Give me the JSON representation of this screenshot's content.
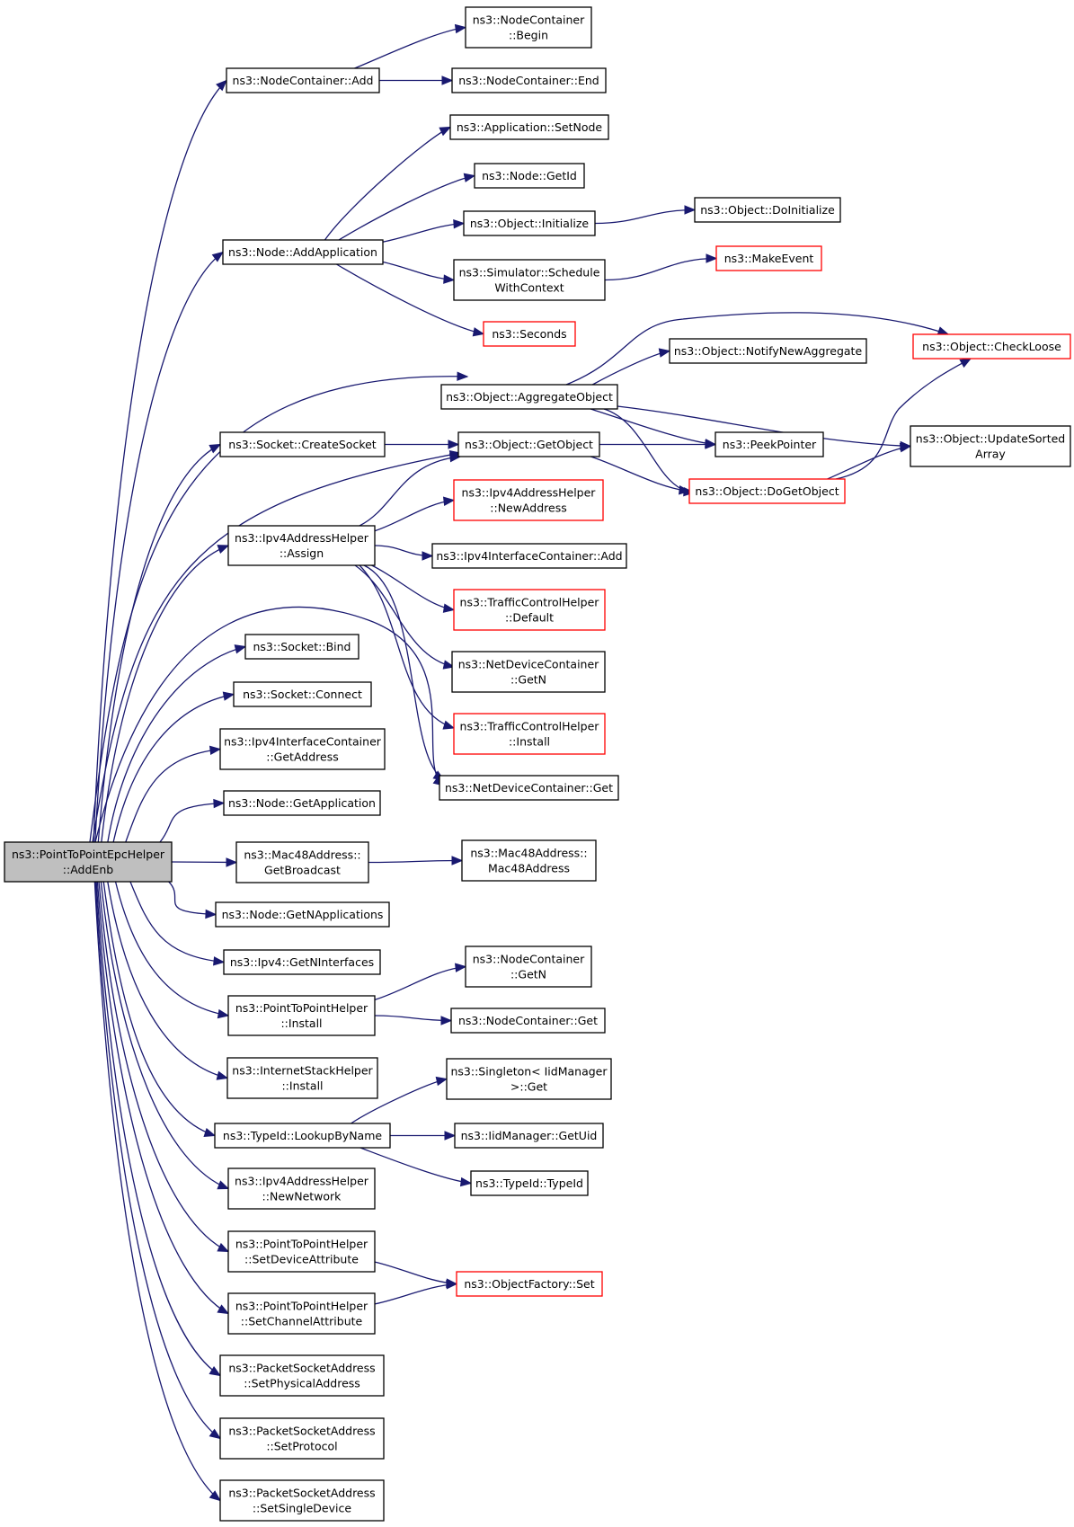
{
  "colors": {
    "edge": "#191970",
    "border_normal": "#000000",
    "border_truncated": "#ff0000",
    "root_fill": "#bfbfbf",
    "fill": "#ffffff"
  },
  "nodes": [
    {
      "id": "root",
      "lines": [
        "ns3::PointToPointEpcHelper",
        "::AddEnb"
      ],
      "kind": "root"
    },
    {
      "id": "nc_add",
      "lines": [
        "ns3::NodeContainer::Add"
      ],
      "kind": "normal"
    },
    {
      "id": "nc_begin",
      "lines": [
        "ns3::NodeContainer",
        "::Begin"
      ],
      "kind": "normal"
    },
    {
      "id": "nc_end",
      "lines": [
        "ns3::NodeContainer::End"
      ],
      "kind": "normal"
    },
    {
      "id": "app_setnode",
      "lines": [
        "ns3::Application::SetNode"
      ],
      "kind": "normal"
    },
    {
      "id": "node_getid",
      "lines": [
        "ns3::Node::GetId"
      ],
      "kind": "normal"
    },
    {
      "id": "obj_init",
      "lines": [
        "ns3::Object::Initialize"
      ],
      "kind": "normal"
    },
    {
      "id": "obj_doinit",
      "lines": [
        "ns3::Object::DoInitialize"
      ],
      "kind": "normal"
    },
    {
      "id": "node_addapp",
      "lines": [
        "ns3::Node::AddApplication"
      ],
      "kind": "normal"
    },
    {
      "id": "sim_sched",
      "lines": [
        "ns3::Simulator::Schedule",
        "WithContext"
      ],
      "kind": "normal"
    },
    {
      "id": "makeevent",
      "lines": [
        "ns3::MakeEvent"
      ],
      "kind": "truncated"
    },
    {
      "id": "seconds",
      "lines": [
        "ns3::Seconds"
      ],
      "kind": "truncated"
    },
    {
      "id": "obj_checkloose",
      "lines": [
        "ns3::Object::CheckLoose"
      ],
      "kind": "truncated"
    },
    {
      "id": "obj_notify",
      "lines": [
        "ns3::Object::NotifyNewAggregate"
      ],
      "kind": "normal"
    },
    {
      "id": "obj_aggregate",
      "lines": [
        "ns3::Object::AggregateObject"
      ],
      "kind": "normal"
    },
    {
      "id": "obj_updatesorted",
      "lines": [
        "ns3::Object::UpdateSorted",
        "Array"
      ],
      "kind": "normal"
    },
    {
      "id": "sock_create",
      "lines": [
        "ns3::Socket::CreateSocket"
      ],
      "kind": "normal"
    },
    {
      "id": "obj_getobject",
      "lines": [
        "ns3::Object::GetObject"
      ],
      "kind": "normal"
    },
    {
      "id": "peekpointer",
      "lines": [
        "ns3::PeekPointer"
      ],
      "kind": "normal"
    },
    {
      "id": "obj_dogetobject",
      "lines": [
        "ns3::Object::DoGetObject"
      ],
      "kind": "truncated"
    },
    {
      "id": "ipv4ah_newaddr",
      "lines": [
        "ns3::Ipv4AddressHelper",
        "::NewAddress"
      ],
      "kind": "truncated"
    },
    {
      "id": "ipv4ah_assign",
      "lines": [
        "ns3::Ipv4AddressHelper",
        "::Assign"
      ],
      "kind": "normal"
    },
    {
      "id": "ipv4ic_add",
      "lines": [
        "ns3::Ipv4InterfaceContainer::Add"
      ],
      "kind": "normal"
    },
    {
      "id": "tch_default",
      "lines": [
        "ns3::TrafficControlHelper",
        "::Default"
      ],
      "kind": "truncated"
    },
    {
      "id": "ndc_getn",
      "lines": [
        "ns3::NetDeviceContainer",
        "::GetN"
      ],
      "kind": "normal"
    },
    {
      "id": "tch_install",
      "lines": [
        "ns3::TrafficControlHelper",
        "::Install"
      ],
      "kind": "truncated"
    },
    {
      "id": "ndc_get",
      "lines": [
        "ns3::NetDeviceContainer::Get"
      ],
      "kind": "normal"
    },
    {
      "id": "sock_bind",
      "lines": [
        "ns3::Socket::Bind"
      ],
      "kind": "normal"
    },
    {
      "id": "sock_connect",
      "lines": [
        "ns3::Socket::Connect"
      ],
      "kind": "normal"
    },
    {
      "id": "ipv4ic_getaddr",
      "lines": [
        "ns3::Ipv4InterfaceContainer",
        "::GetAddress"
      ],
      "kind": "normal"
    },
    {
      "id": "node_getapp",
      "lines": [
        "ns3::Node::GetApplication"
      ],
      "kind": "normal"
    },
    {
      "id": "mac48_getbc",
      "lines": [
        "ns3::Mac48Address::",
        "GetBroadcast"
      ],
      "kind": "normal"
    },
    {
      "id": "mac48_ctor",
      "lines": [
        "ns3::Mac48Address::",
        "Mac48Address"
      ],
      "kind": "normal"
    },
    {
      "id": "node_getnapps",
      "lines": [
        "ns3::Node::GetNApplications"
      ],
      "kind": "normal"
    },
    {
      "id": "ipv4_getnif",
      "lines": [
        "ns3::Ipv4::GetNInterfaces"
      ],
      "kind": "normal"
    },
    {
      "id": "nc_getn",
      "lines": [
        "ns3::NodeContainer",
        "::GetN"
      ],
      "kind": "normal"
    },
    {
      "id": "p2ph_install",
      "lines": [
        "ns3::PointToPointHelper",
        "::Install"
      ],
      "kind": "normal"
    },
    {
      "id": "nc_get",
      "lines": [
        "ns3::NodeContainer::Get"
      ],
      "kind": "normal"
    },
    {
      "id": "ish_install",
      "lines": [
        "ns3::InternetStackHelper",
        "::Install"
      ],
      "kind": "normal"
    },
    {
      "id": "singleton_get",
      "lines": [
        "ns3::Singleton< IidManager",
        ">::Get"
      ],
      "kind": "normal"
    },
    {
      "id": "typeid_lookup",
      "lines": [
        "ns3::TypeId::LookupByName"
      ],
      "kind": "normal"
    },
    {
      "id": "iidmgr_getuid",
      "lines": [
        "ns3::IidManager::GetUid"
      ],
      "kind": "normal"
    },
    {
      "id": "typeid_ctor",
      "lines": [
        "ns3::TypeId::TypeId"
      ],
      "kind": "normal"
    },
    {
      "id": "ipv4ah_newnet",
      "lines": [
        "ns3::Ipv4AddressHelper",
        "::NewNetwork"
      ],
      "kind": "normal"
    },
    {
      "id": "p2ph_setdev",
      "lines": [
        "ns3::PointToPointHelper",
        "::SetDeviceAttribute"
      ],
      "kind": "normal"
    },
    {
      "id": "objfactory_set",
      "lines": [
        "ns3::ObjectFactory::Set"
      ],
      "kind": "truncated"
    },
    {
      "id": "p2ph_setchan",
      "lines": [
        "ns3::PointToPointHelper",
        "::SetChannelAttribute"
      ],
      "kind": "normal"
    },
    {
      "id": "psa_setphys",
      "lines": [
        "ns3::PacketSocketAddress",
        "::SetPhysicalAddress"
      ],
      "kind": "normal"
    },
    {
      "id": "psa_setproto",
      "lines": [
        "ns3::PacketSocketAddress",
        "::SetProtocol"
      ],
      "kind": "normal"
    },
    {
      "id": "psa_setsingle",
      "lines": [
        "ns3::PacketSocketAddress",
        "::SetSingleDevice"
      ],
      "kind": "normal"
    }
  ],
  "edges": [
    {
      "from": "root",
      "to": "nc_add"
    },
    {
      "from": "root",
      "to": "node_addapp"
    },
    {
      "from": "root",
      "to": "obj_aggregate"
    },
    {
      "from": "root",
      "to": "sock_create"
    },
    {
      "from": "root",
      "to": "obj_getobject"
    },
    {
      "from": "root",
      "to": "ipv4ah_assign"
    },
    {
      "from": "root",
      "to": "ndc_get"
    },
    {
      "from": "root",
      "to": "sock_bind"
    },
    {
      "from": "root",
      "to": "sock_connect"
    },
    {
      "from": "root",
      "to": "ipv4ic_getaddr"
    },
    {
      "from": "root",
      "to": "node_getapp"
    },
    {
      "from": "root",
      "to": "mac48_getbc"
    },
    {
      "from": "root",
      "to": "node_getnapps"
    },
    {
      "from": "root",
      "to": "ipv4_getnif"
    },
    {
      "from": "root",
      "to": "p2ph_install"
    },
    {
      "from": "root",
      "to": "ish_install"
    },
    {
      "from": "root",
      "to": "typeid_lookup"
    },
    {
      "from": "root",
      "to": "ipv4ah_newnet"
    },
    {
      "from": "root",
      "to": "p2ph_setdev"
    },
    {
      "from": "root",
      "to": "p2ph_setchan"
    },
    {
      "from": "root",
      "to": "psa_setphys"
    },
    {
      "from": "root",
      "to": "psa_setproto"
    },
    {
      "from": "root",
      "to": "psa_setsingle"
    },
    {
      "from": "nc_add",
      "to": "nc_begin"
    },
    {
      "from": "nc_add",
      "to": "nc_end"
    },
    {
      "from": "node_addapp",
      "to": "app_setnode"
    },
    {
      "from": "node_addapp",
      "to": "node_getid"
    },
    {
      "from": "node_addapp",
      "to": "obj_init"
    },
    {
      "from": "node_addapp",
      "to": "sim_sched"
    },
    {
      "from": "node_addapp",
      "to": "seconds"
    },
    {
      "from": "obj_init",
      "to": "obj_doinit"
    },
    {
      "from": "sim_sched",
      "to": "makeevent"
    },
    {
      "from": "obj_aggregate",
      "to": "obj_checkloose"
    },
    {
      "from": "obj_aggregate",
      "to": "obj_notify"
    },
    {
      "from": "obj_aggregate",
      "to": "peekpointer"
    },
    {
      "from": "obj_aggregate",
      "to": "obj_updatesorted"
    },
    {
      "from": "obj_aggregate",
      "to": "obj_dogetobject"
    },
    {
      "from": "sock_create",
      "to": "obj_getobject"
    },
    {
      "from": "obj_getobject",
      "to": "peekpointer"
    },
    {
      "from": "obj_getobject",
      "to": "obj_dogetobject"
    },
    {
      "from": "obj_dogetobject",
      "to": "obj_checkloose"
    },
    {
      "from": "obj_dogetobject",
      "to": "obj_updatesorted"
    },
    {
      "from": "ipv4ah_assign",
      "to": "obj_getobject"
    },
    {
      "from": "ipv4ah_assign",
      "to": "ipv4ah_newaddr"
    },
    {
      "from": "ipv4ah_assign",
      "to": "ipv4ic_add"
    },
    {
      "from": "ipv4ah_assign",
      "to": "tch_default"
    },
    {
      "from": "ipv4ah_assign",
      "to": "ndc_getn"
    },
    {
      "from": "ipv4ah_assign",
      "to": "tch_install"
    },
    {
      "from": "ipv4ah_assign",
      "to": "ndc_get"
    },
    {
      "from": "mac48_getbc",
      "to": "mac48_ctor"
    },
    {
      "from": "p2ph_install",
      "to": "nc_getn"
    },
    {
      "from": "p2ph_install",
      "to": "nc_get"
    },
    {
      "from": "typeid_lookup",
      "to": "singleton_get"
    },
    {
      "from": "typeid_lookup",
      "to": "iidmgr_getuid"
    },
    {
      "from": "typeid_lookup",
      "to": "typeid_ctor"
    },
    {
      "from": "p2ph_setdev",
      "to": "objfactory_set"
    },
    {
      "from": "p2ph_setchan",
      "to": "objfactory_set"
    }
  ]
}
